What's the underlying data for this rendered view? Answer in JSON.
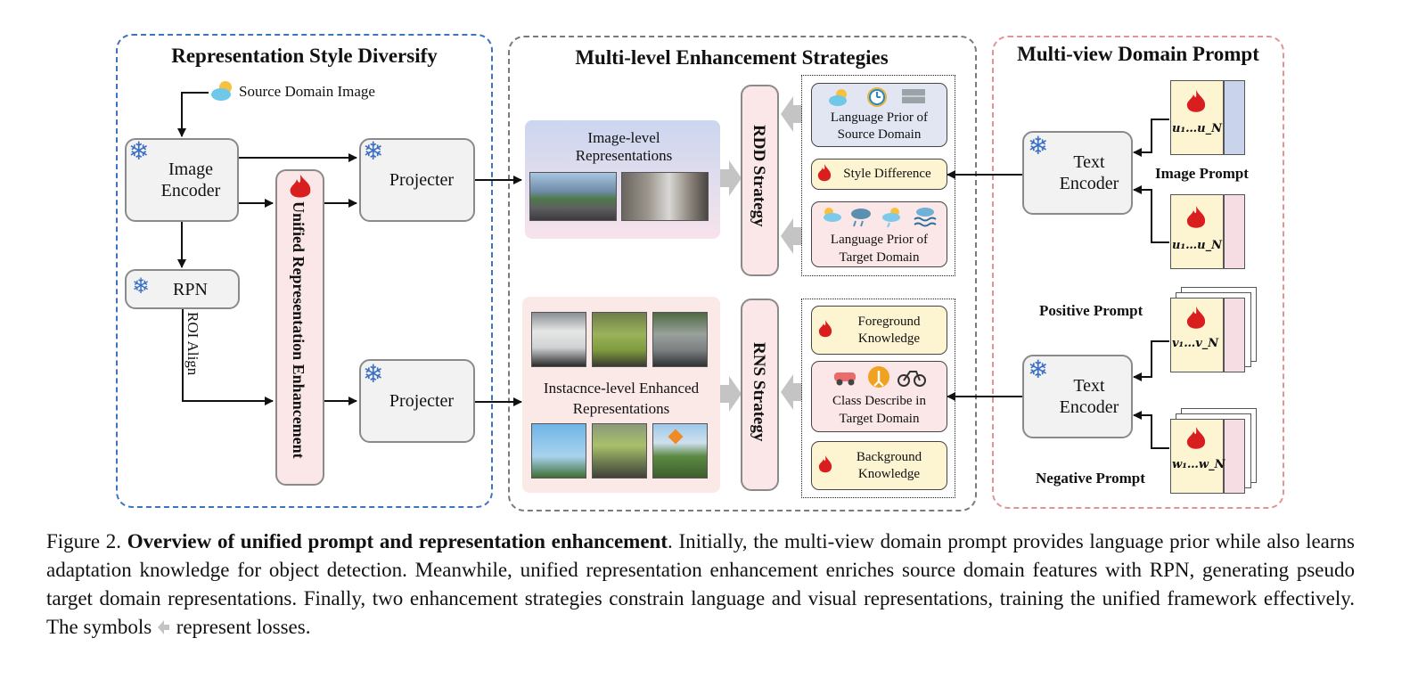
{
  "panels": {
    "left_title": "Representation Style Diversify",
    "middle_title": "Multi-level Enhancement Strategies",
    "right_title": "Multi-view Domain Prompt"
  },
  "left": {
    "source_image": "Source Domain Image",
    "image_encoder": "Image Encoder",
    "rpn": "RPN",
    "roi_align": "ROI Align",
    "projector_top": "Projecter",
    "projector_bottom": "Projecter",
    "ure": "Unified Representation Enhancement"
  },
  "middle": {
    "image_level": "Image-level Representations",
    "instance_level": "Instacnce-level Enhanced Representations",
    "rdd": "RDD Strategy",
    "rns": "RNS Strategy",
    "lang_prior_source": "Language Prior of Source Domain",
    "style_difference": "Style Difference",
    "lang_prior_target": "Language Prior of Target Domain",
    "foreground": "Foreground Knowledge",
    "class_describe": "Class Describe in Target Domain",
    "background": "Background Knowledge"
  },
  "right": {
    "text_encoder_top": "Text Encoder",
    "text_encoder_bottom": "Text Encoder",
    "image_prompt": "Image Prompt",
    "positive_prompt": "Positive Prompt",
    "negative_prompt": "Negative Prompt",
    "u_seq_top": "u₁…u_N",
    "u_seq_bottom": "u₁…u_N",
    "v_seq": "v₁…v_N",
    "w_seq": "w₁…w_N"
  },
  "caption": {
    "label": "Figure 2.",
    "bold": "Overview of unified prompt and representation enhancement",
    "text_a": ". Initially, the multi-view domain prompt provides language prior while also learns adaptation knowledge for object detection. Meanwhile, unified representation enhancement enriches source domain features with RPN, generating pseudo target domain representations. Finally, two enhancement strategies constrain language and visual representations, training the unified framework effectively. The symbols",
    "text_b": "represent losses."
  },
  "colors": {
    "left_border": "#3f73bf",
    "middle_border": "#7a7a7a",
    "right_border": "#e08a8a",
    "flame": "#d81e1e",
    "snowflake": "#3a6fc4"
  }
}
